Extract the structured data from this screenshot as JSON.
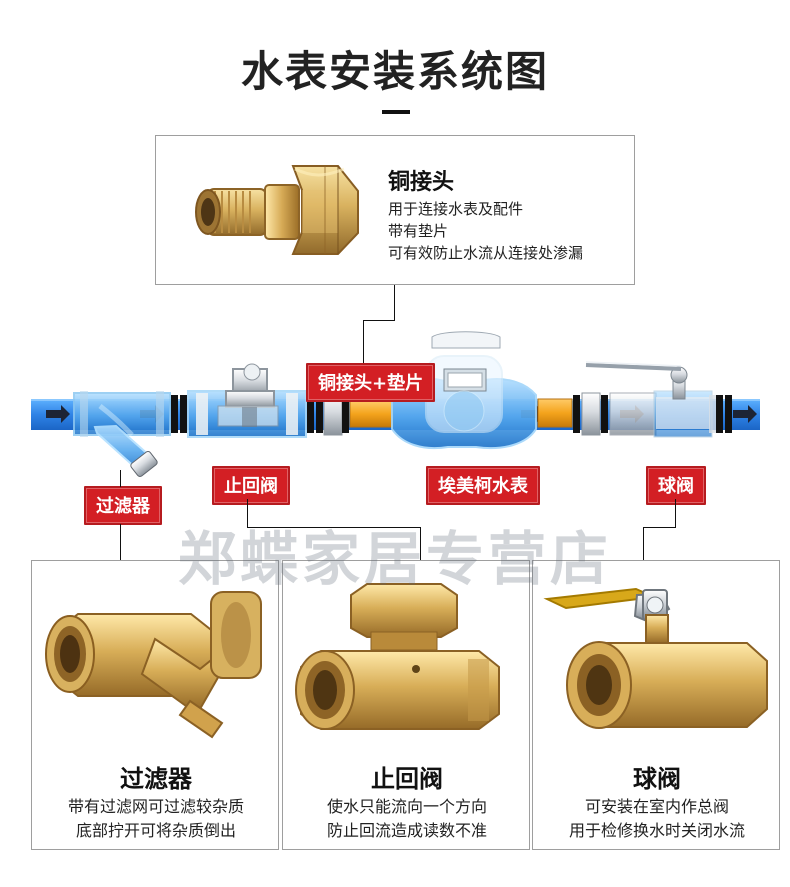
{
  "title": "水表安装系统图",
  "top_part": {
    "name": "铜接头",
    "lines": [
      "用于连接水表及配件",
      "带有垫片",
      "可有效防止水流从连接处渗漏"
    ]
  },
  "pipeline_labels": {
    "copper_joint_gasket": "铜接头+垫片",
    "filter": "过滤器",
    "check_valve": "止回阀",
    "meter": "埃美柯水表",
    "ball_valve": "球阀"
  },
  "watermark": "郑蝶家居专营店",
  "bottom_cards": [
    {
      "name": "过滤器",
      "lines": [
        "带有过滤网可过滤较杂质",
        "底部拧开可将杂质倒出"
      ]
    },
    {
      "name": "止回阀",
      "lines": [
        "使水只能流向一个方向",
        "防止回流造成读数不准"
      ]
    },
    {
      "name": "球阀",
      "lines": [
        "可安装在室内作总阀",
        "用于检修换水时关闭水流"
      ]
    }
  ],
  "colors": {
    "pipe_blue": "#2f83e6",
    "red_label": "#d31f24",
    "brass": "#d6b46c",
    "brass_dark": "#a98234",
    "glass_blue": "#4ea9ea",
    "orange_joint": "#f4a31c"
  }
}
